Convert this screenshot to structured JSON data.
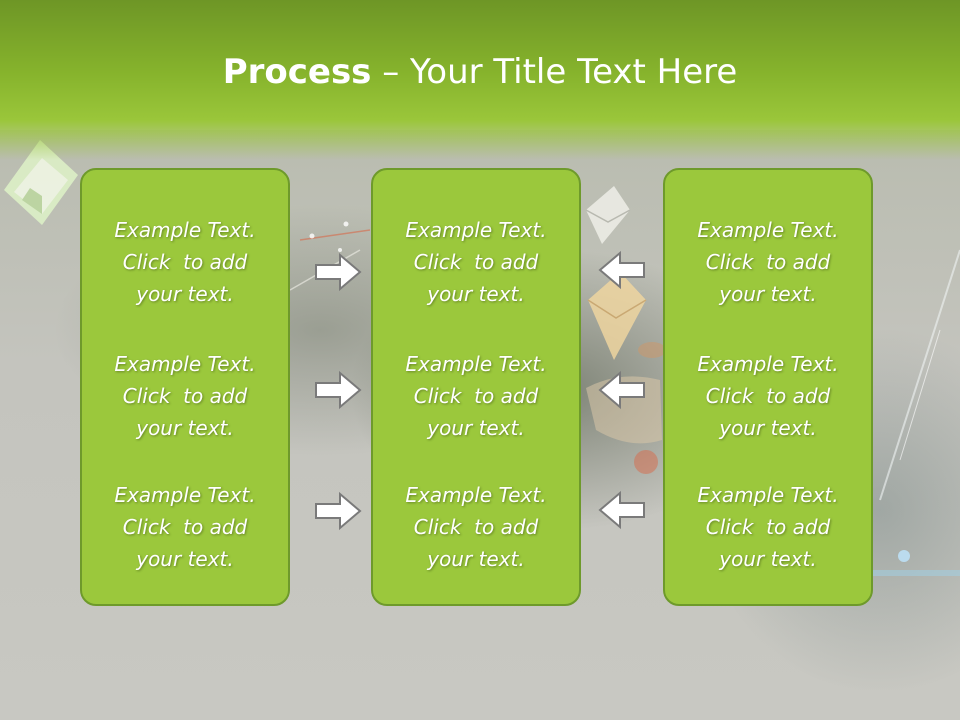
{
  "slide": {
    "title_bold": "Process",
    "title_rest": " – Your Title Text Here"
  },
  "columns": [
    {
      "blocks": [
        {
          "line1": "Example Text.",
          "line2": "Click  to add",
          "line3": "your text."
        },
        {
          "line1": "Example Text.",
          "line2": "Click  to add",
          "line3": "your text."
        },
        {
          "line1": "Example Text.",
          "line2": "Click  to add",
          "line3": "your text."
        }
      ]
    },
    {
      "blocks": [
        {
          "line1": "Example Text.",
          "line2": "Click  to add",
          "line3": "your text."
        },
        {
          "line1": "Example Text.",
          "line2": "Click  to add",
          "line3": "your text."
        },
        {
          "line1": "Example Text.",
          "line2": "Click  to add",
          "line3": "your text."
        }
      ]
    },
    {
      "blocks": [
        {
          "line1": "Example Text.",
          "line2": "Click  to add",
          "line3": "your text."
        },
        {
          "line1": "Example Text.",
          "line2": "Click  to add",
          "line3": "your text."
        },
        {
          "line1": "Example Text.",
          "line2": "Click  to add",
          "line3": "your text."
        }
      ]
    }
  ],
  "colors": {
    "header": "#86b32c",
    "panel_fill": "#9bc83c",
    "panel_border": "#6e9a2b",
    "arrow_fill": "#ffffff",
    "arrow_stroke": "#7a7a7a"
  },
  "icons": [
    "house-icon",
    "envelope-icon",
    "right-arrow-icon",
    "left-arrow-icon"
  ]
}
